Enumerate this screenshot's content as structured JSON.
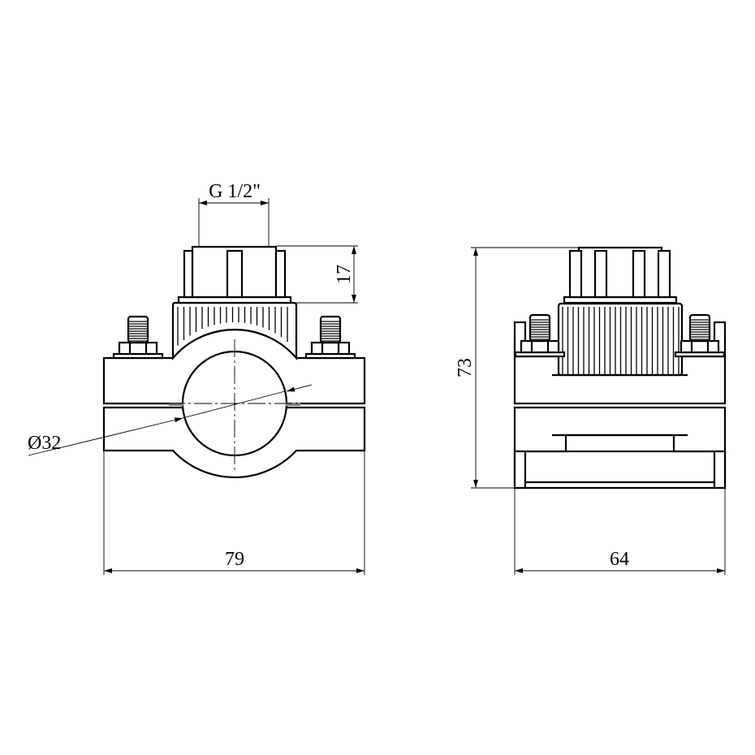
{
  "drawing": {
    "front_view": {
      "thread_label": "G 1/2\"",
      "height_label": "17",
      "diameter_label": "Ø32",
      "width_label": "79"
    },
    "side_view": {
      "height_label": "73",
      "width_label": "64"
    },
    "colors": {
      "line": "#000000",
      "background": "#ffffff"
    }
  }
}
